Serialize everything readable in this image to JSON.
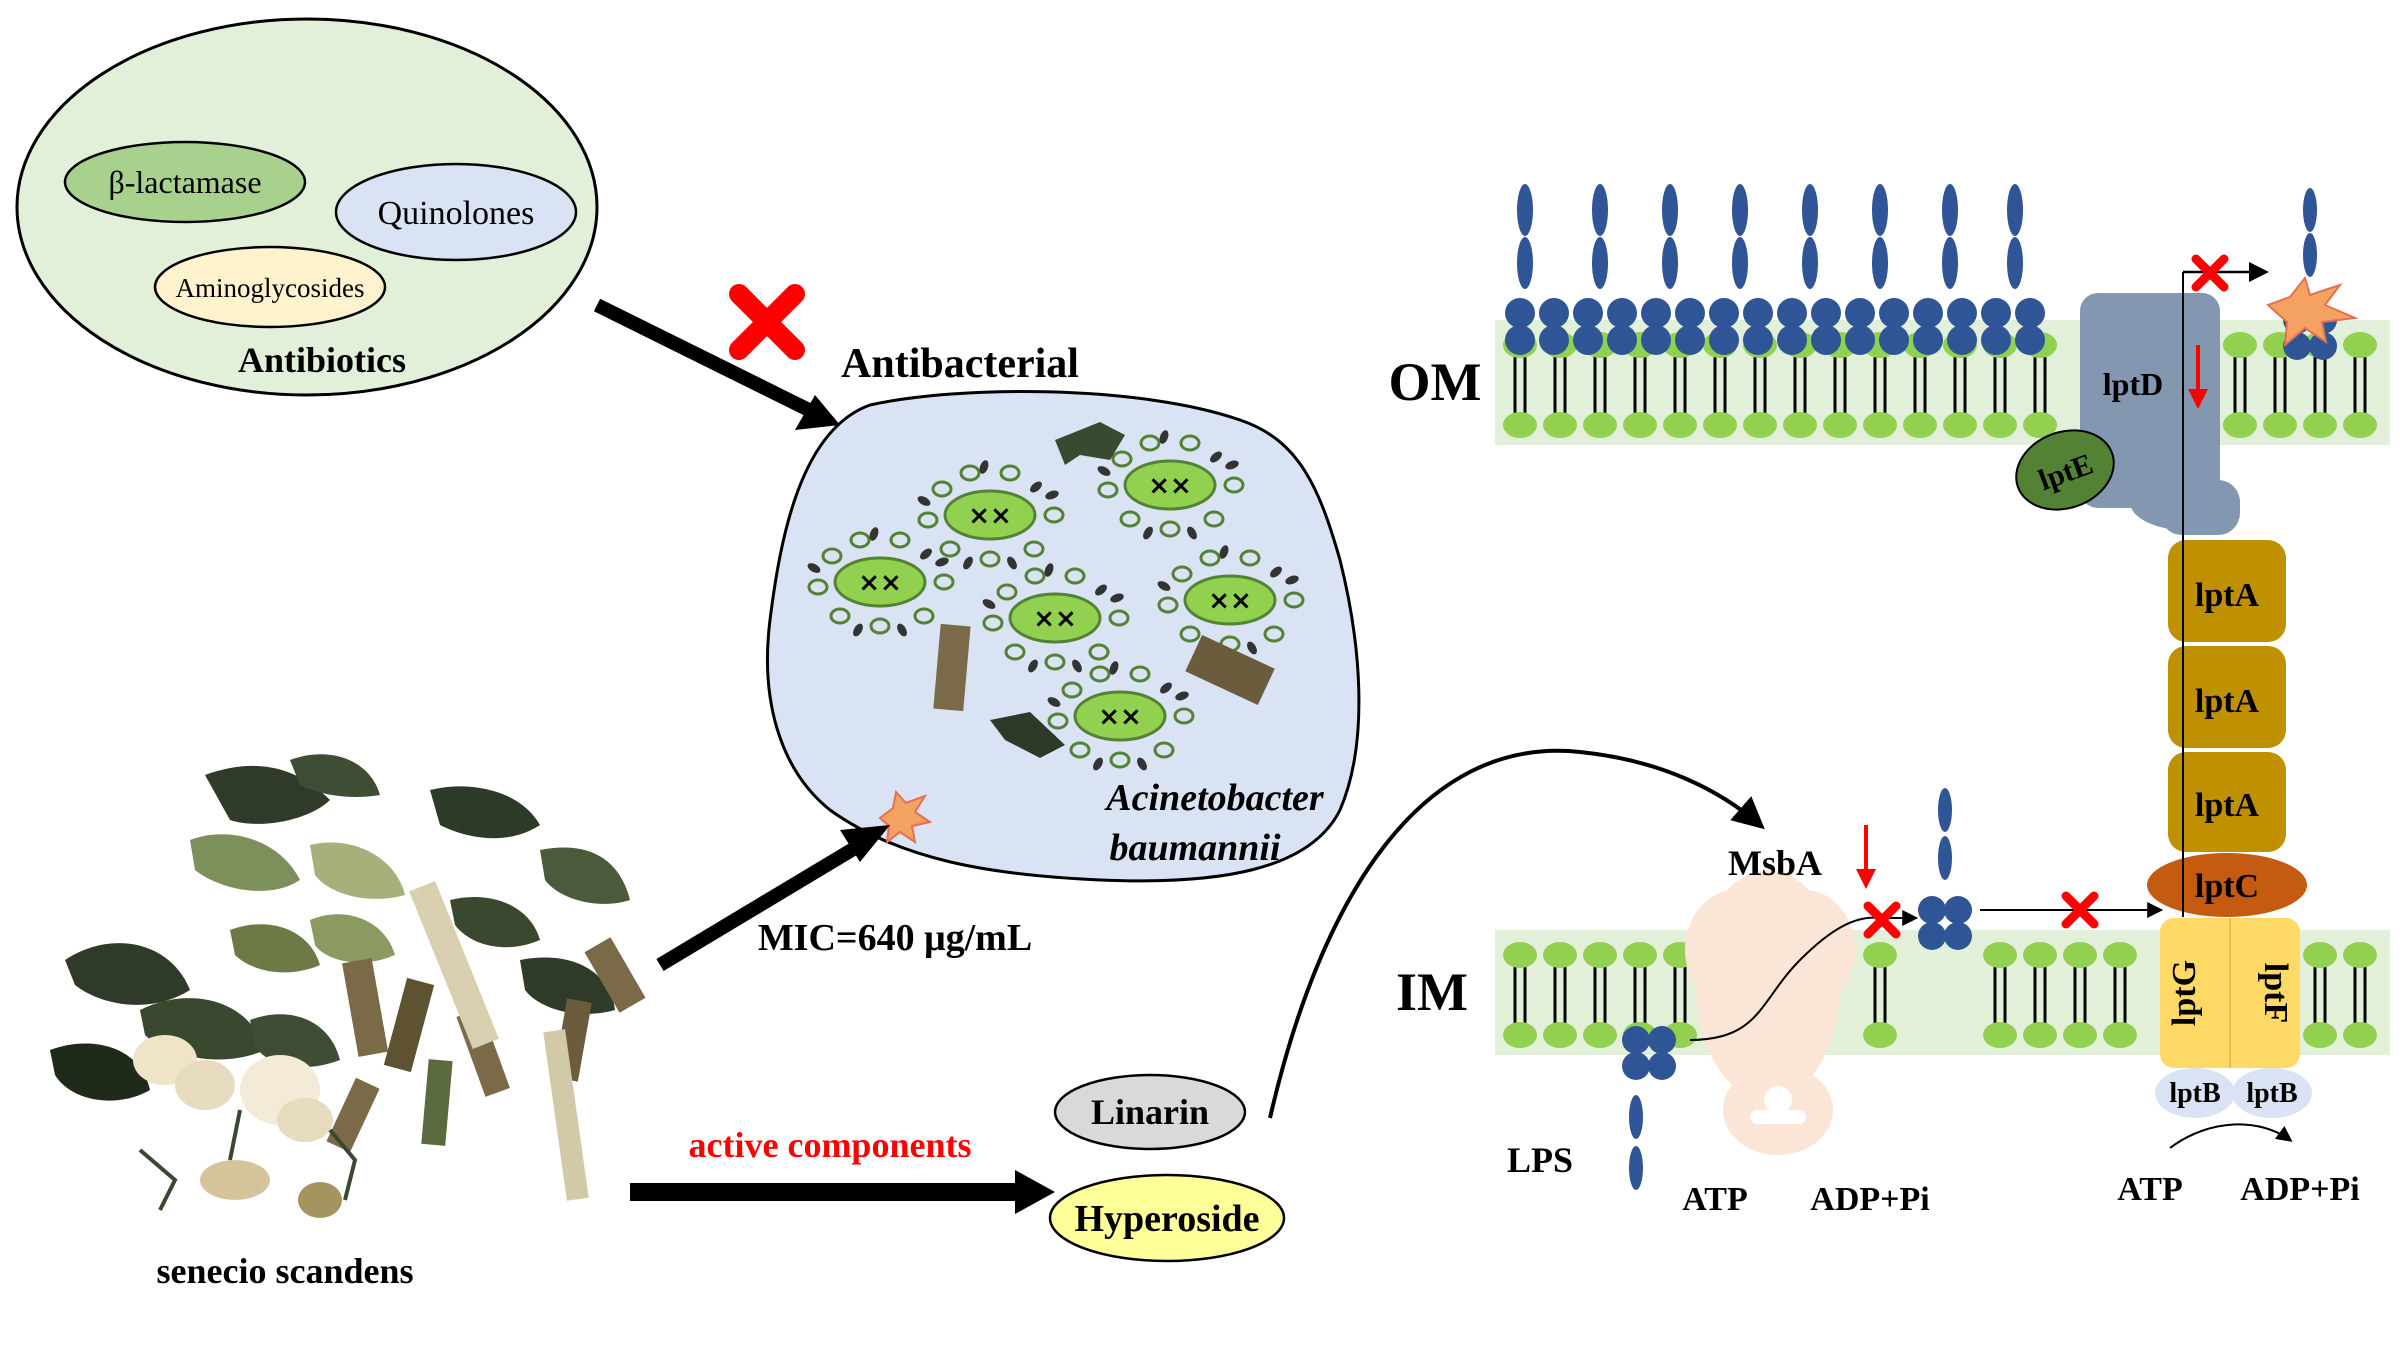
{
  "antibiotics": {
    "label": "Antibiotics",
    "items": [
      "β-lactamase",
      "Quinolones",
      "Aminoglycosides"
    ]
  },
  "antibacterial_label": "Antibacterial",
  "bacterium": {
    "name_line1": "Acinetobacter",
    "name_line2": "baumannii"
  },
  "mic_label": "MIC=640 μg/mL",
  "plant_label": "senecio scandens",
  "active_components_label": "active components",
  "compounds": [
    "Linarin",
    "Hyperoside"
  ],
  "membranes": {
    "outer": "OM",
    "inner": "IM"
  },
  "proteins": {
    "lptD": "lptD",
    "lptE": "lptE",
    "lptA": "lptA",
    "lptC": "lptC",
    "lptG": "lptG",
    "lptF": "lptF",
    "lptB": "lptB",
    "msbA": "MsbA"
  },
  "lps_label": "LPS",
  "energy": {
    "atp": "ATP",
    "adp": "ADP+Pi"
  },
  "colors": {
    "antibiotic_ellipse": "#e2efd9",
    "beta_lactamase": "#a9d18e",
    "quinolones": "#dae3f3",
    "aminoglycosides": "#fff2cc",
    "bacterium_bg": "#dae3f3",
    "membrane": "#e2f0d9",
    "lipid_head": "#92d050",
    "lps": "#2f5597",
    "lptD": "#8497b0",
    "lptE": "#548235",
    "lptA": "#bf9000",
    "lptC": "#c55a11",
    "lptFG": "#ffd966",
    "lptB": "#dae3f3",
    "msbA": "#fbe5d6",
    "inhibit": "#ff0000",
    "linarin": "#d9d9d9",
    "hyperoside": "#ffff99"
  }
}
